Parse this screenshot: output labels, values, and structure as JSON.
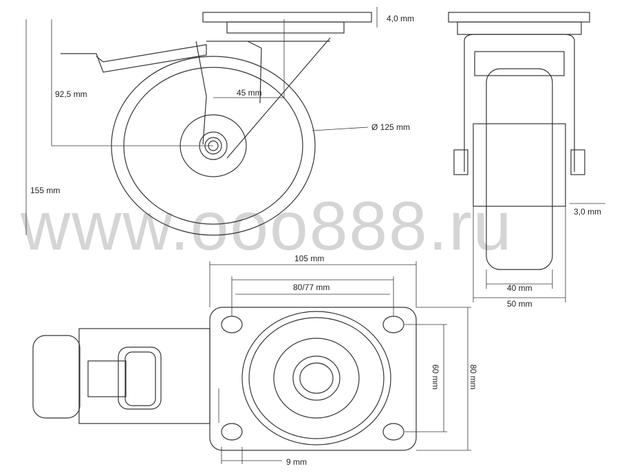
{
  "dimensions": {
    "plate_thickness": "4,0 mm",
    "axle_height": "92,5 mm",
    "swivel_offset": "45 mm",
    "wheel_diameter": "Ø 125 mm",
    "total_height": "155 mm",
    "side_gap": "3,0 mm",
    "wheel_width": "40 mm",
    "fork_width": "50 mm",
    "plate_length": "105  mm",
    "hole_spacing_long": "80/77 mm",
    "hole_spacing_short": "60  mm",
    "plate_width": "80 mm",
    "hole_diameter": "9 mm"
  },
  "watermark": "www.ooo888.ru"
}
